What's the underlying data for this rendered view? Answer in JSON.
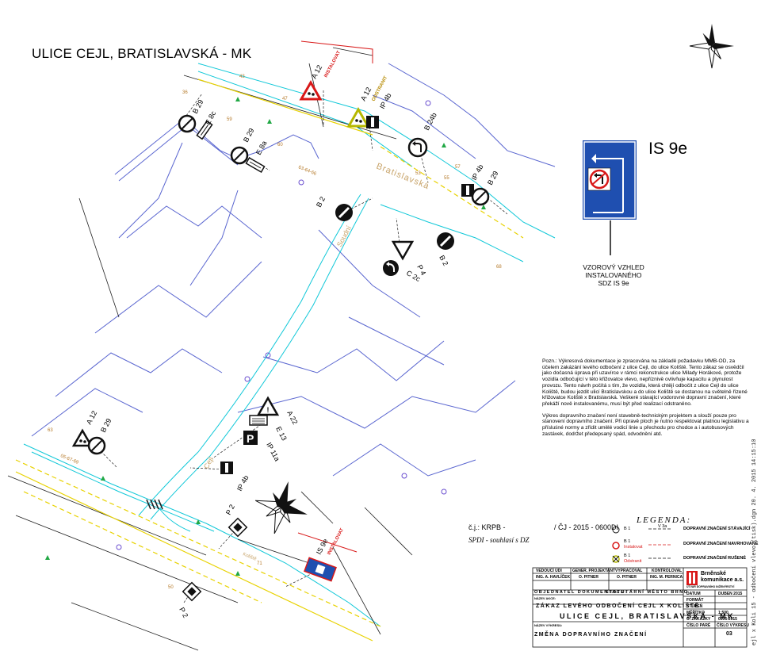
{
  "title": "ULICE CEJL, BRATISLAVSKÁ - MK",
  "sign_codes": {
    "a12_top": "A 12",
    "a12_top_note": "INSTALOVAT",
    "a12b": "A 12",
    "a12b_note": "ODSTRANIT",
    "ip4b_top": "IP 4b",
    "b24b": "B 24b",
    "b29_top": "B 29",
    "e8c": "E 8c",
    "b29_mid": "B 29",
    "e8a": "E 8a",
    "b2_mid": "B 2",
    "ip4b_right": "IP 4b",
    "b29_right": "B 29",
    "p4": "P 4",
    "c2c": "C 2c",
    "b2_right": "B 2",
    "a12_left": "A 12",
    "b29_left": "B 29",
    "a22": "A 22",
    "e13": "E 13",
    "ip11a": "IP 11a",
    "ip4b_low": "IP 4b",
    "p2_low": "P 2",
    "is9e_low": "IS 9e",
    "is9e_low_note": "INSTALOVAT",
    "p2_bottom": "P 2"
  },
  "street_labels": {
    "bratislavska": "Bratislavská",
    "soudni": "Soudní",
    "cejl": "Cejl",
    "koliste": "Koliště"
  },
  "house_numbers": [
    "43",
    "47",
    "59",
    "60",
    "63-64-66",
    "53",
    "55",
    "57",
    "68",
    "36",
    "63",
    "05-67-69",
    "71",
    "50"
  ],
  "sample": {
    "code": "IS 9e",
    "caption_lines": [
      "VZOROVÝ VZHLED",
      "INSTALOVANÉHO",
      "SDZ IS 9e"
    ]
  },
  "note": {
    "paragraph1": "Pozn.: Výkresová dokumentace je zpracována na základě požadavku MMB-OD, za účelem zakázání levého odbočení z ulice Cejl, do ulice Koliště. Tento zákaz se osvědčil jako dočasná úprava při uzavírce v rámci rekonstrukce ulice Milady Horákové, protože vozidla odbočující v této křižovatce vlevo, nepříznivě ovlivňuje kapacitu a plynulost provozu. Tento návrh počítá s tím, že vozidla, která chtějí odbočit z ulice Cejl do ulice Koliště, budou jezdit ulicí Bratislavskou a do ulice Koliště se dostanou na světelně řízené křižovatce Koliště x Bratislavská. Veškeré stávající vodorovné dopravní značení, které  překáží nově instalovanému, musí  být před realizací odstraněno.",
    "paragraph2": "Výkres dopravního značení není stavebně-technickým projektem a slouží pouze pro stanovení dopravního značení. Při úpravě ploch je nutno respektovat platnou legislativu a přísluśné normy a zřídit umělé vodicí linie u přechodu pro chodce a i autobusových zastávek, dodržet předepsaný spád, odvodnění atd."
  },
  "approval": {
    "cj_label": "č.j.:  KRPB -",
    "cj_number": "/ ČJ - 2015 - 0600DI",
    "spdi": "SPDI - souhlasí s DZ"
  },
  "legend": {
    "title": "LEGENDA:",
    "items": [
      {
        "code": "B 1",
        "status": "",
        "desc": "DOPRAVNÍ ZNAČENÍ STÁVAJÍCÍ"
      },
      {
        "code": "B 1",
        "status": "Instalovat",
        "desc": "DOPRAVNÍ ZNAČENÍ NAVRHOVANÉ"
      },
      {
        "code": "B 1",
        "status": "Odstranit",
        "desc": "DOPRAVNÍ ZNAČENÍ RUŠENÉ"
      }
    ],
    "v3a": "V 3a"
  },
  "titleblock": {
    "roles": [
      "VEDOUCÍ ÚDI",
      "GENER. PROJEKTANT",
      "VYPRACOVAL",
      "KONTROLOVAL"
    ],
    "names": [
      "ING. A. HAVLÍČEK",
      "O. PITNER",
      "O. PITNER",
      "ING. M. PERNICA"
    ],
    "company_line1": "Brněnské",
    "company_line2": "komunikace a.s.",
    "company_line3": "ÚTVAR DOPRAVNÍHO INŽENÝRSTVÍ",
    "investor_label": "OBJEDNATEL DOKUMENTACE:",
    "investor": "STATUTÁRNÍ MĚSTO BRNO",
    "action_label": "NÁZEV AKCE:",
    "action": "ZÁKAZ LEVÉHO ODBOČENÍ CEJL X KOLIŠTĚ",
    "street": "ULICE CEJL, BRATISLAVSKÁ - MK",
    "drawing_label": "NÁZEV VÝKRESU:",
    "drawing": "ZMĚNA DOPRAVNÍHO ZNAČENÍ",
    "date_label": "DATUM",
    "date": "DUBEN 2015",
    "format_label": "FORMÁT",
    "stage_label": "STUPEŇ",
    "scale_label": "MĚŘÍTKO",
    "scale": "1:500",
    "order_label": "Č. ZAKÁZKY",
    "order": "0306-2015",
    "copy_label": "ČÍSLO PARÉ",
    "drawing_no_label": "ČÍSLO VÝKRESU",
    "drawing_no": "03"
  },
  "plot_stamp": "ejl x Koli 15 - odbočení vlevo (tisk).dgn  20. 4. 2015 14:15:10",
  "colors": {
    "building": "#5a66d0",
    "curb": "#10c8d8",
    "proposed": "#d81818",
    "sign_blue": "#1f4fb0",
    "lines": "#202020",
    "markings": "#e8d200",
    "trees": "#22a845"
  }
}
